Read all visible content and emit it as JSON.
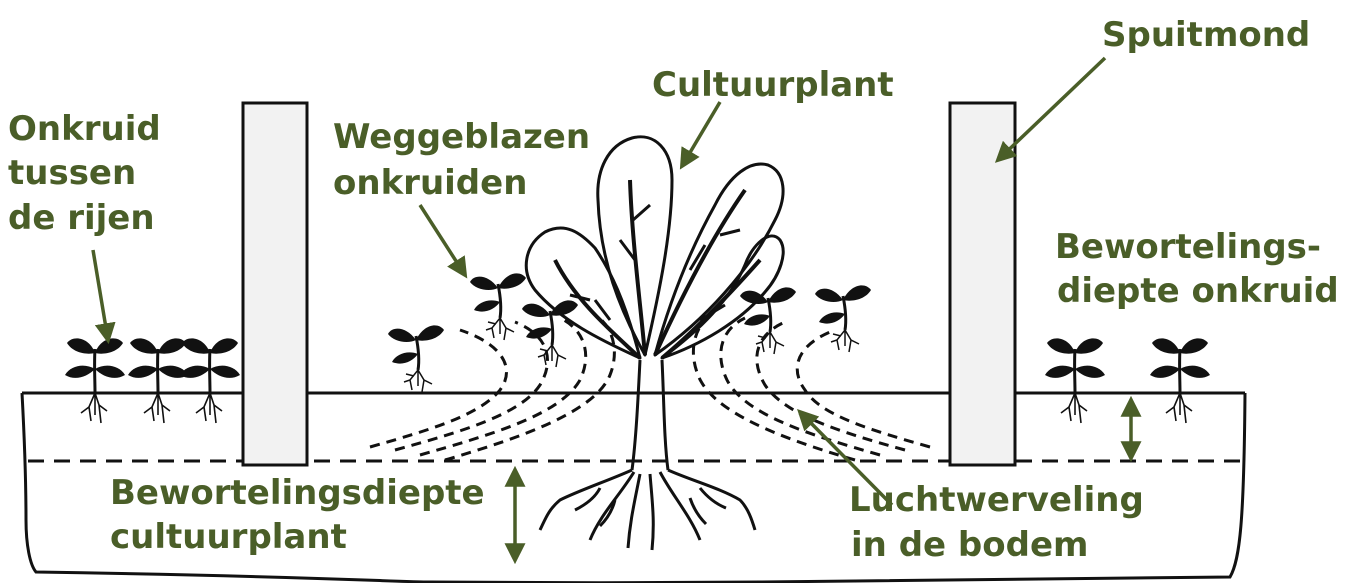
{
  "colors": {
    "label": "#4a5e28",
    "ink": "#111111",
    "nozzle_fill": "#f2f2f2",
    "background": "#ffffff"
  },
  "labels": {
    "spuitmond": "Spuitmond",
    "cultuurplant": "Cultuurplant",
    "weggeblazen": [
      "Weggeblazen",
      "onkruiden"
    ],
    "onkruid_tussen": [
      "Onkruid",
      "tussen",
      "de rijen"
    ],
    "bewortelingsdiepte_onkruid": [
      "Bewortelings-",
      "diepte onkruid"
    ],
    "bewortelingsdiepte_cultuurplant": [
      "Bewortelingsdiepte",
      "cultuurplant"
    ],
    "luchtwerveling": [
      "Luchtwerveling",
      "in de bodem"
    ]
  },
  "icons": {
    "weed": "weed-seedling-icon",
    "crop": "beet-plant-icon",
    "nozzle": "nozzle-bar-icon"
  }
}
